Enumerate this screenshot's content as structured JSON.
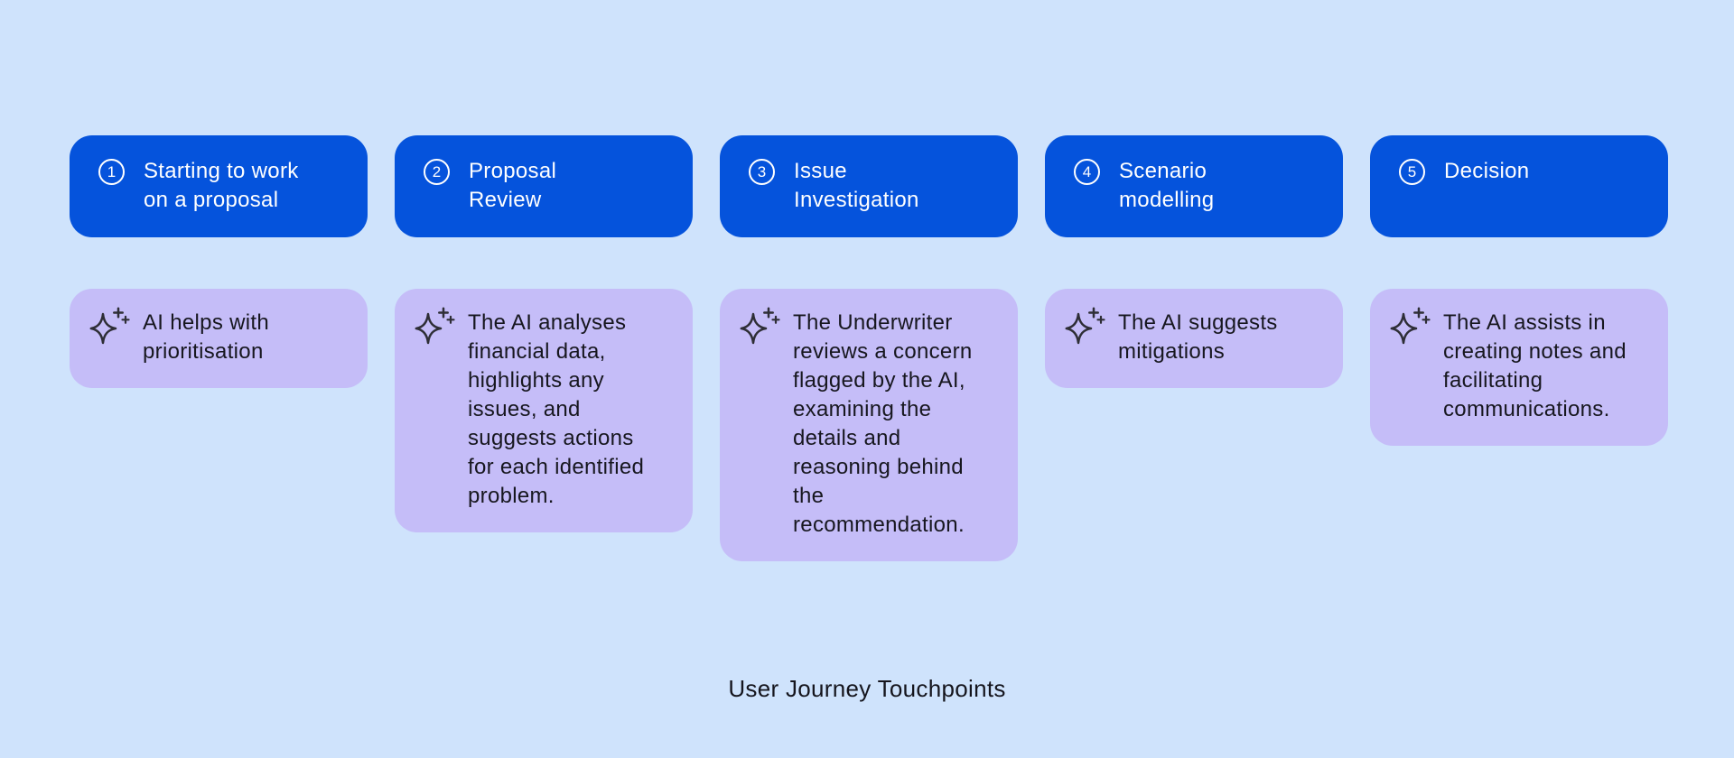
{
  "page": {
    "caption": "User Journey Touchpoints",
    "background_color": "#cfe3fc"
  },
  "colors": {
    "stage_card_bg": "#0553dc",
    "stage_card_text": "#ffffff",
    "touchpoint_card_bg": "#c5bdf8",
    "touchpoint_text": "#17171f",
    "sparkle_icon_stroke": "#2e2e36"
  },
  "stages": [
    {
      "number": "1",
      "title": "Starting to work\non a proposal",
      "ai_touchpoint": "AI helps with\nprioritisation"
    },
    {
      "number": "2",
      "title": "Proposal\nReview",
      "ai_touchpoint": "The AI analyses\nfinancial data,\nhighlights any\nissues, and\nsuggests actions\nfor each identified\nproblem."
    },
    {
      "number": "3",
      "title": "Issue\nInvestigation",
      "ai_touchpoint": "The Underwriter\nreviews a concern\nflagged by the AI,\nexamining the\ndetails and\nreasoning behind\nthe\nrecommendation."
    },
    {
      "number": "4",
      "title": "Scenario\nmodelling",
      "ai_touchpoint": "The AI suggests\nmitigations"
    },
    {
      "number": "5",
      "title": "Decision",
      "ai_touchpoint": "The AI assists in\ncreating notes and\nfacilitating\ncommunications."
    }
  ]
}
